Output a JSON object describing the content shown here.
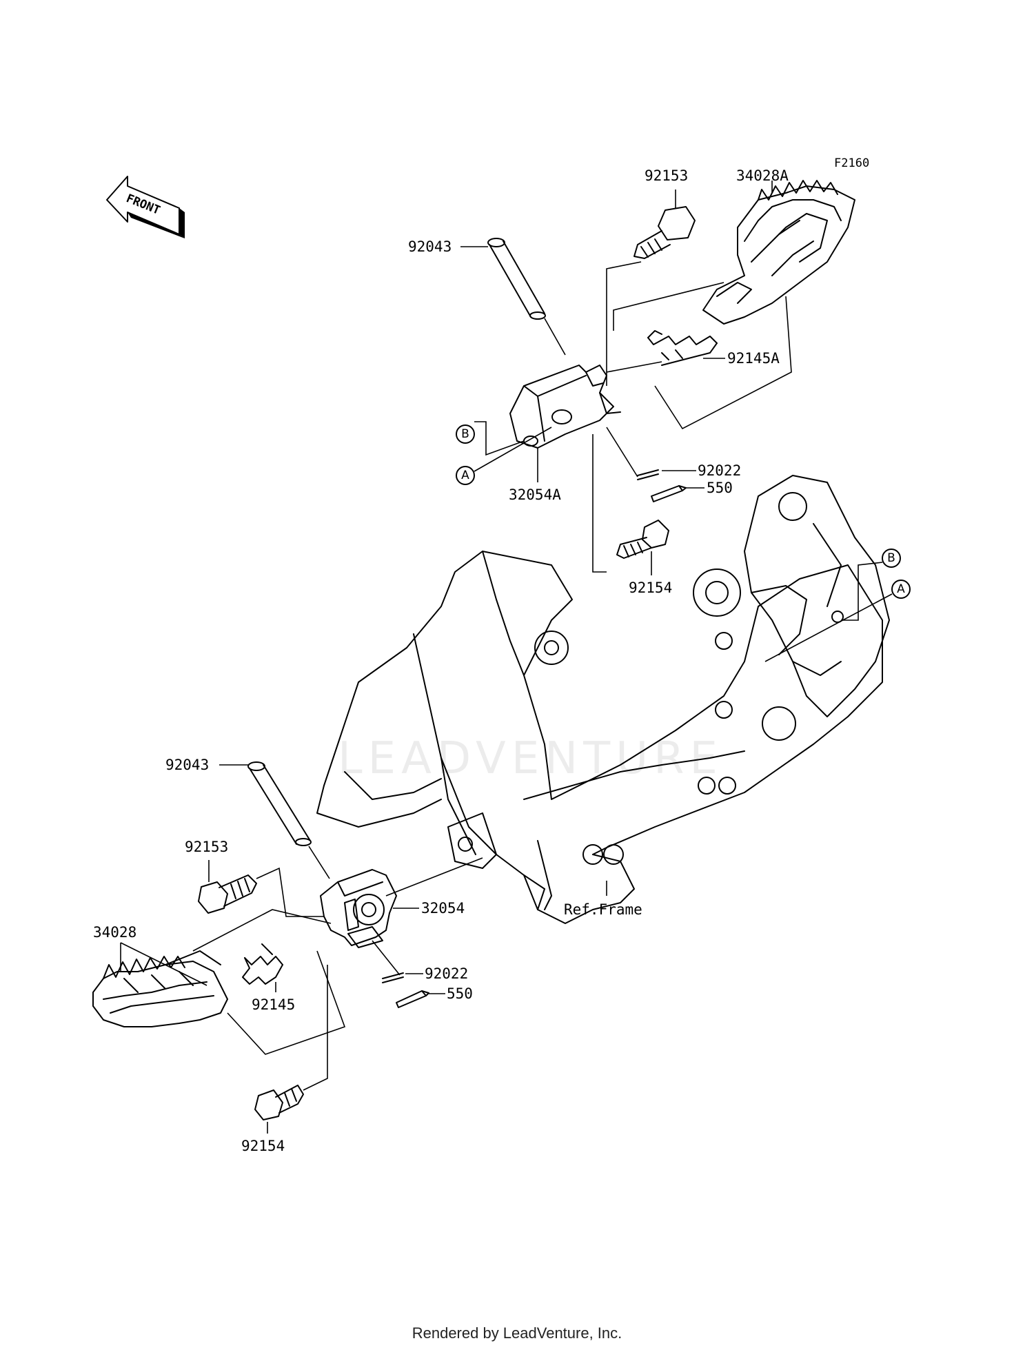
{
  "figure_code": "F2160",
  "front_label": "FRONT",
  "watermark": "LEADVENTURE",
  "footer": "Rendered by LeadVenture, Inc.",
  "frame_label": "Ref.Frame",
  "callouts": {
    "a": "A",
    "b": "B"
  },
  "parts": {
    "top_pin": "92043",
    "top_bolt": "92153",
    "top_peg": "34028A",
    "top_spring": "92145A",
    "top_bracket": "32054A",
    "top_washer": "92022",
    "top_cotter": "550",
    "top_mount_bolt": "92154",
    "bottom_pin": "92043",
    "bottom_bolt": "92153",
    "bottom_bracket": "32054",
    "bottom_peg": "34028",
    "bottom_spring": "92145",
    "bottom_washer": "92022",
    "bottom_cotter": "550",
    "bottom_mount_bolt": "92154"
  }
}
